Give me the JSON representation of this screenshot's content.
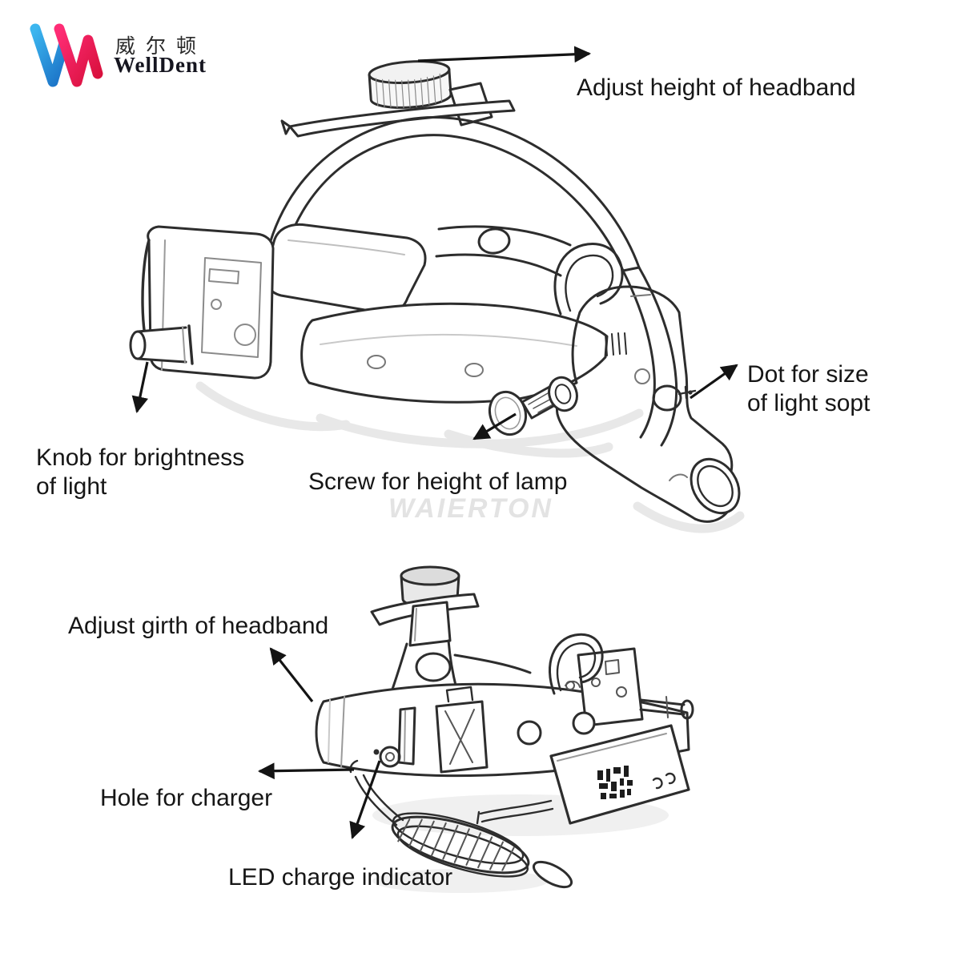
{
  "page": {
    "background": "#ffffff"
  },
  "logo": {
    "cn": "威尔顿",
    "en": "WellDent",
    "colors": {
      "blue_start": "#38a8e0",
      "blue_end": "#1464bE",
      "red_start": "#ff2d76",
      "red_end": "#d8103c"
    }
  },
  "watermark": {
    "text": "WAIERTON",
    "color": "#e3e3e3"
  },
  "annotations": {
    "adjust_height": "Adjust height of headband",
    "dot_size_line1": "Dot for size",
    "dot_size_line2": "of light sopt",
    "knob_brightness_line1": "Knob for brightness",
    "knob_brightness_line2": "of light",
    "screw_height": "Screw for height of lamp",
    "adjust_girth": "Adjust girth of headband",
    "hole_charger": "Hole for charger",
    "led_indicator": "LED charge indicator"
  },
  "colors": {
    "line": "#2d2d2d",
    "text": "#161616",
    "arrow": "#141414"
  }
}
